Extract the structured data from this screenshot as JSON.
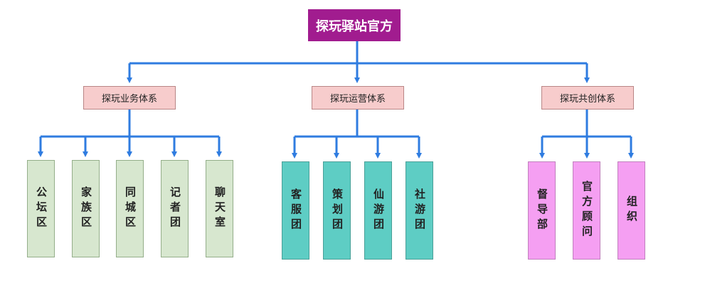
{
  "root": {
    "label": "探玩驿站官方"
  },
  "colors": {
    "root": "#a11c8f",
    "mid": "#f7cccc",
    "group1": "#d7e7cf",
    "group2": "#5ecdc4",
    "group3": "#f59ff2",
    "connector": "#2f7ce0"
  },
  "groups": [
    {
      "label": "探玩业务体系",
      "children": [
        "公坛区",
        "家族区",
        "同城区",
        "记者团",
        "聊天室"
      ]
    },
    {
      "label": "探玩运营体系",
      "children": [
        "客服团",
        "策划团",
        "仙游团",
        "社游团"
      ]
    },
    {
      "label": "探玩共创体系",
      "children": [
        "督导部",
        "官方顾问",
        "组织"
      ]
    }
  ]
}
